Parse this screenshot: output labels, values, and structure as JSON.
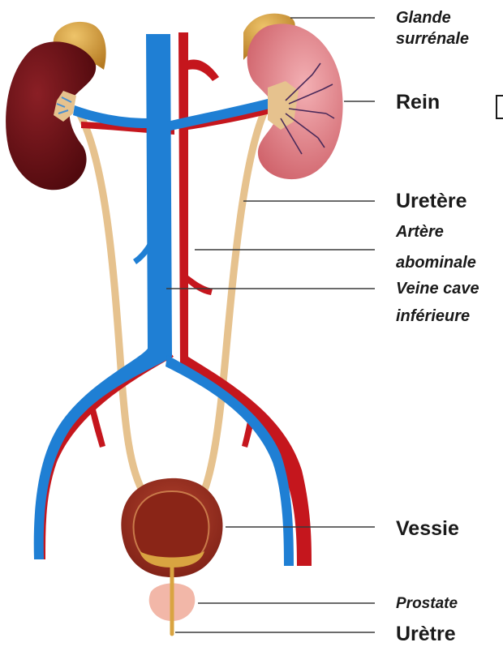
{
  "labels": {
    "glande_l1": "Glande",
    "glande_l2": "surrénale",
    "rein": "Rein",
    "uretere": "Uretère",
    "artere_l1": "Artère",
    "artere_l2": "abominale",
    "veine_l1": "Veine cave",
    "veine_l2": "inférieure",
    "vessie": "Vessie",
    "prostate": "Prostate",
    "uretre": "Urètre"
  },
  "colors": {
    "vein": "#1f7fd4",
    "artery": "#c5161d",
    "ureter": "#e6c28e",
    "kidney_left": "#5e0d12",
    "kidney_right": "#e2838a",
    "adrenal": "#d9a441",
    "bladder": "#9b2e21",
    "urine": "#d9a441",
    "prostate": "#f2b7a8"
  }
}
